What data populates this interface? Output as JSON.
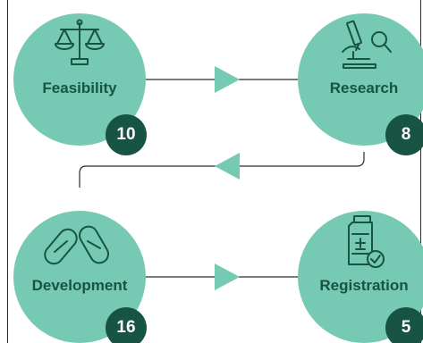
{
  "colors": {
    "circle": "#76C9B2",
    "badge": "#175443",
    "arrow": "#76C9B2",
    "connector": "#2b2b2b",
    "label": "#175443",
    "badge_text": "#ffffff"
  },
  "stages": [
    {
      "label": "Feasibility",
      "count": "10",
      "icon": "scales-icon"
    },
    {
      "label": "Research",
      "count": "8",
      "icon": "microscope-icon"
    },
    {
      "label": "Development",
      "count": "16",
      "icon": "capsule-pills-icon"
    },
    {
      "label": "Registration",
      "count": "5",
      "icon": "medicine-bottle-check-icon"
    }
  ]
}
